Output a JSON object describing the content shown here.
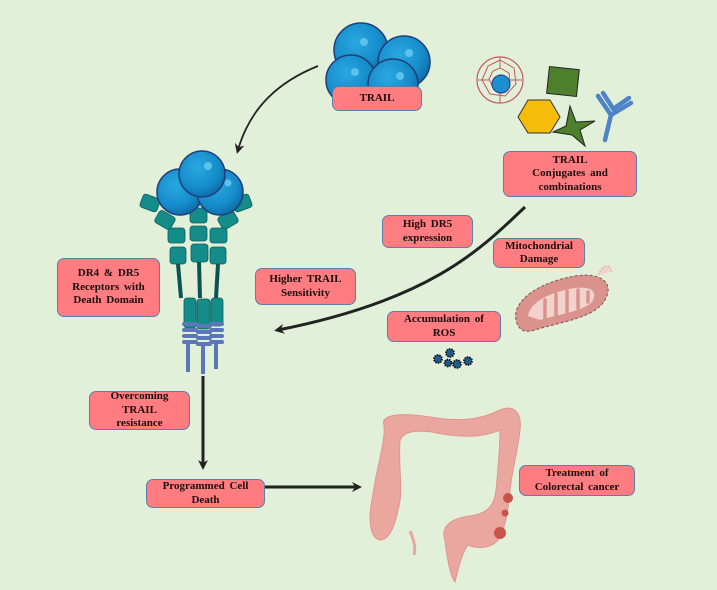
{
  "diagram": {
    "title": "TRAIL-based treatment of colorectal cancer",
    "colors": {
      "background": "#e2efd9",
      "label_fill": "#ff7c80",
      "label_border": "#5b7fa8",
      "trail_sphere": "#1a8fd0",
      "receptor": "#138c8a",
      "death_domain": "#5a78b8",
      "colon": "#eaa7a0",
      "mitochondria": "#d9928c",
      "arrow": "#222222"
    },
    "nodes": {
      "trail": {
        "lines": [
          "TRAIL"
        ],
        "icon": "trail-trimer-icon"
      },
      "conjugates": {
        "lines": [
          "TRAIL",
          "Conjugates  and",
          "combinations"
        ],
        "icons": [
          "fullerene-nanoparticle-icon",
          "square-icon",
          "hexagon-icon",
          "star-icon",
          "antibody-icon"
        ]
      },
      "receptors": {
        "lines": [
          "DR4 & DR5",
          "Receptors  with",
          "Death Domain"
        ],
        "icon": "death-receptor-icon"
      },
      "high_dr5": {
        "lines": [
          "High DR5",
          "expression"
        ]
      },
      "mito_damage": {
        "lines": [
          "Mitochondrial",
          "Damage"
        ],
        "icon": "mitochondria-icon"
      },
      "sensitivity": {
        "lines": [
          "Higher TRAIL",
          "Sensitivity"
        ]
      },
      "ros": {
        "lines": [
          "Accumulation  of",
          "ROS"
        ],
        "icon": "ros-particles-icon"
      },
      "overcoming": {
        "lines": [
          "Overcoming",
          "TRAIL",
          "resistance"
        ]
      },
      "cell_death": {
        "lines": [
          "Programmed  Cell",
          "Death"
        ]
      },
      "treatment": {
        "lines": [
          "Treatment  of",
          "Colorectal  cancer"
        ],
        "icon": "colon-icon"
      }
    },
    "edges": [
      {
        "from": "trail",
        "to": "receptors"
      },
      {
        "from": "conjugates",
        "to": "receptors"
      },
      {
        "from": "receptors",
        "to": "cell_death"
      },
      {
        "from": "cell_death",
        "to": "treatment"
      }
    ]
  }
}
